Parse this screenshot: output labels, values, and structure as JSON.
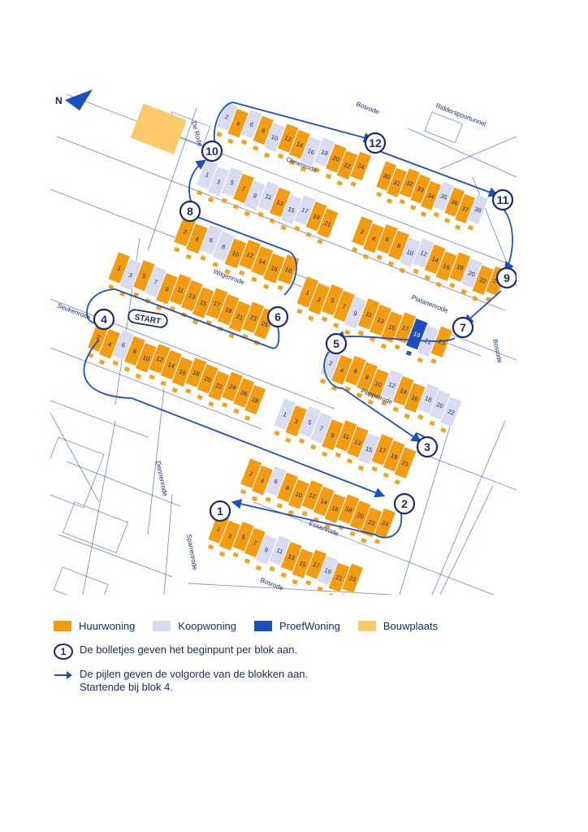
{
  "colors": {
    "huur": "#f39c12",
    "koop": "#d9dcf0",
    "proef": "#1d4fbf",
    "bouw": "#fbc96a",
    "route": "#1d4fbf",
    "line": "#3c5aa8",
    "badge": "#1c2a6b"
  },
  "compass": {
    "label": "N"
  },
  "start_label": "START",
  "streets": [
    {
      "name": "De Rode"
    },
    {
      "name": "Bosrode"
    },
    {
      "name": "Ridderspoortunnel"
    },
    {
      "name": "Olmenrode"
    },
    {
      "name": "Wilgenrode"
    },
    {
      "name": "Platanenrode"
    },
    {
      "name": "Seukenrode"
    },
    {
      "name": "Peppelrode"
    },
    {
      "name": "Essenrode"
    },
    {
      "name": "Bosrode"
    },
    {
      "name": "Bosrode"
    },
    {
      "name": "Dennenrode"
    },
    {
      "name": "Sparrenrode"
    }
  ],
  "blocks": [
    {
      "id": "b12",
      "houses": [
        [
          "2",
          "k"
        ],
        [
          "4",
          "h"
        ],
        [
          "6",
          "k"
        ],
        [
          "8",
          "h"
        ],
        [
          "10",
          "k"
        ],
        [
          "12",
          "h"
        ],
        [
          "14",
          "h"
        ],
        [
          "16",
          "k"
        ],
        [
          "18",
          "k"
        ],
        [
          "20",
          "h"
        ],
        [
          "22",
          "h"
        ],
        [
          "24",
          "h"
        ]
      ]
    },
    {
      "id": "b10",
      "houses": [
        [
          "1",
          "k"
        ],
        [
          "3",
          "k"
        ],
        [
          "5",
          "k"
        ],
        [
          "7",
          "h"
        ],
        [
          "9",
          "k"
        ],
        [
          "11",
          "k"
        ],
        [
          "13",
          "h"
        ],
        [
          "15",
          "k"
        ],
        [
          "17",
          "k"
        ],
        [
          "19",
          "h"
        ],
        [
          "21",
          "h"
        ]
      ]
    },
    {
      "id": "b8",
      "houses": [
        [
          "2",
          "h"
        ],
        [
          "4",
          "h"
        ],
        [
          "6",
          "k"
        ],
        [
          "8",
          "k"
        ],
        [
          "10",
          "h"
        ],
        [
          "12",
          "h"
        ],
        [
          "14",
          "h"
        ],
        [
          "16",
          "h"
        ],
        [
          "18",
          "h"
        ]
      ]
    },
    {
      "id": "b6",
      "houses": [
        [
          "1",
          "h"
        ],
        [
          "3",
          "k"
        ],
        [
          "5",
          "h"
        ],
        [
          "7",
          "k"
        ],
        [
          "9",
          "h"
        ],
        [
          "11",
          "h"
        ],
        [
          "13",
          "h"
        ],
        [
          "15",
          "h"
        ],
        [
          "17",
          "h"
        ],
        [
          "19",
          "h"
        ],
        [
          "21",
          "h"
        ],
        [
          "23",
          "h"
        ],
        [
          "25",
          "h"
        ]
      ]
    },
    {
      "id": "b4",
      "houses": [
        [
          "2",
          "h"
        ],
        [
          "4",
          "h"
        ],
        [
          "6",
          "k"
        ],
        [
          "8",
          "h"
        ],
        [
          "10",
          "h"
        ],
        [
          "12",
          "h"
        ],
        [
          "14",
          "h"
        ],
        [
          "16",
          "h"
        ],
        [
          "18",
          "h"
        ],
        [
          "20",
          "h"
        ],
        [
          "22",
          "h"
        ],
        [
          "24",
          "h"
        ],
        [
          "26",
          "h"
        ],
        [
          "28",
          "h"
        ]
      ]
    },
    {
      "id": "b11",
      "houses": [
        [
          "30",
          "h"
        ],
        [
          "31",
          "h"
        ],
        [
          "32",
          "h"
        ],
        [
          "33",
          "h"
        ],
        [
          "34",
          "h"
        ],
        [
          "35",
          "k"
        ],
        [
          "36",
          "h"
        ],
        [
          "37",
          "h"
        ],
        [
          "38",
          "k"
        ]
      ]
    },
    {
      "id": "b9",
      "houses": [
        [
          "2",
          "h"
        ],
        [
          "4",
          "h"
        ],
        [
          "6",
          "h"
        ],
        [
          "8",
          "h"
        ],
        [
          "10",
          "k"
        ],
        [
          "12",
          "k"
        ],
        [
          "14",
          "h"
        ],
        [
          "16",
          "h"
        ],
        [
          "18",
          "h"
        ],
        [
          "20",
          "k"
        ],
        [
          "22",
          "h"
        ],
        [
          "24",
          "h"
        ]
      ]
    },
    {
      "id": "b7",
      "houses": [
        [
          "1",
          "h"
        ],
        [
          "3",
          "h"
        ],
        [
          "5",
          "h"
        ],
        [
          "7",
          "h"
        ],
        [
          "9",
          "k"
        ],
        [
          "11",
          "h"
        ],
        [
          "13",
          "h"
        ],
        [
          "15",
          "h"
        ],
        [
          "17",
          "h"
        ],
        [
          "19",
          "p"
        ],
        [
          "21",
          "k"
        ],
        [
          "23",
          "h"
        ]
      ]
    },
    {
      "id": "b5",
      "houses": [
        [
          "2",
          "k"
        ],
        [
          "4",
          "h"
        ],
        [
          "6",
          "h"
        ],
        [
          "8",
          "h"
        ],
        [
          "10",
          "h"
        ],
        [
          "12",
          "k"
        ],
        [
          "14",
          "h"
        ],
        [
          "16",
          "h"
        ],
        [
          "18",
          "k"
        ],
        [
          "20",
          "k"
        ],
        [
          "22",
          "k"
        ]
      ]
    },
    {
      "id": "b3",
      "houses": [
        [
          "1",
          "k"
        ],
        [
          "3",
          "h"
        ],
        [
          "5",
          "k"
        ],
        [
          "7",
          "k"
        ],
        [
          "9",
          "h"
        ],
        [
          "11",
          "h"
        ],
        [
          "13",
          "h"
        ],
        [
          "15",
          "k"
        ],
        [
          "17",
          "h"
        ],
        [
          "19",
          "h"
        ],
        [
          "21",
          "h"
        ]
      ]
    },
    {
      "id": "b2",
      "houses": [
        [
          "2",
          "h"
        ],
        [
          "4",
          "h"
        ],
        [
          "6",
          "k"
        ],
        [
          "8",
          "h"
        ],
        [
          "10",
          "h"
        ],
        [
          "12",
          "h"
        ],
        [
          "14",
          "h"
        ],
        [
          "16",
          "h"
        ],
        [
          "18",
          "h"
        ],
        [
          "20",
          "h"
        ],
        [
          "22",
          "h"
        ],
        [
          "24",
          "h"
        ]
      ]
    },
    {
      "id": "b1",
      "houses": [
        [
          "1",
          "h"
        ],
        [
          "3",
          "h"
        ],
        [
          "5",
          "h"
        ],
        [
          "7",
          "h"
        ],
        [
          "9",
          "k"
        ],
        [
          "11",
          "k"
        ],
        [
          "13",
          "h"
        ],
        [
          "15",
          "h"
        ],
        [
          "17",
          "h"
        ],
        [
          "19",
          "k"
        ],
        [
          "21",
          "h"
        ],
        [
          "23",
          "h"
        ]
      ]
    }
  ],
  "markers": [
    "12",
    "10",
    "8",
    "6",
    "4",
    "11",
    "9",
    "7",
    "5",
    "3",
    "2",
    "1"
  ],
  "legend": {
    "items": [
      {
        "label": "Huurwoning",
        "color": "#f39c12"
      },
      {
        "label": "Koopwoning",
        "color": "#d9dcf0"
      },
      {
        "label": "ProefWoning",
        "color": "#1d4fbf"
      },
      {
        "label": "Bouwplaats",
        "color": "#fbc96a"
      }
    ],
    "circle_number": "1",
    "circle_note": "De bolletjes geven het beginpunt per blok aan.",
    "arrow_note_line1": "De pijlen geven de volgorde van de blokken aan.",
    "arrow_note_line2": "Startende bij blok 4."
  }
}
